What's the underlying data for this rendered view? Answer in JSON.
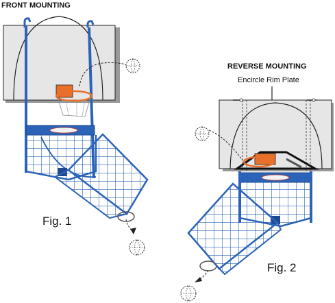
{
  "front": {
    "title": "FRONT MOUNTING",
    "fig_label": "Fig. 1"
  },
  "reverse": {
    "title": "REVERSE MOUNTING",
    "callout": "Encircle Rim Plate",
    "fig_label": "Fig. 2"
  },
  "colors": {
    "frame_blue": "#2b63b8",
    "frame_dark": "#1d4a8f",
    "rim_orange": "#e8702a",
    "backboard": "#e6e6e6",
    "outline": "#222222"
  }
}
